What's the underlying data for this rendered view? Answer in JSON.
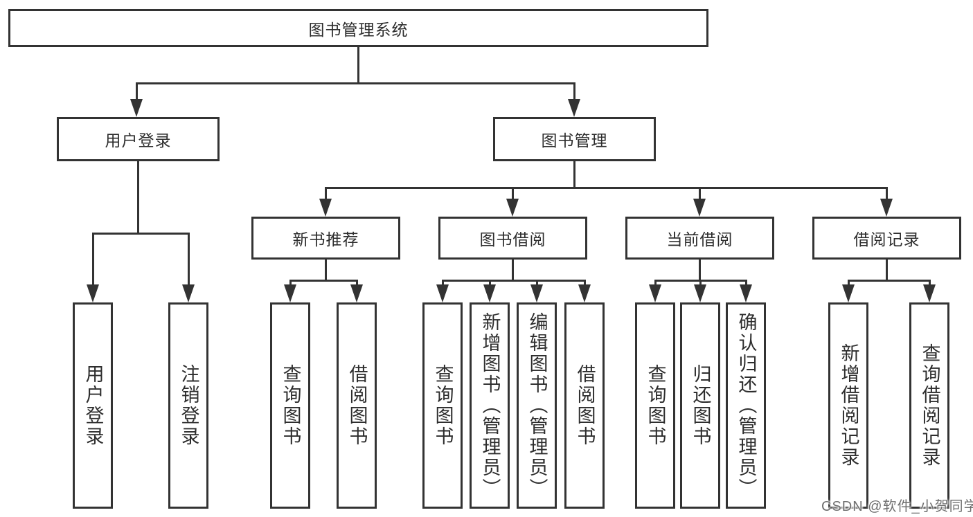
{
  "colors": {
    "line": "#333333",
    "text": "#2d2d2d",
    "watermark": "#6f6f6f",
    "background": "#ffffff"
  },
  "tree": {
    "label": "图书管理系统",
    "children": [
      {
        "label": "用户登录",
        "children": [
          {
            "label": "用户登录"
          },
          {
            "label": "注销登录"
          }
        ]
      },
      {
        "label": "图书管理",
        "children": [
          {
            "label": "新书推荐",
            "children": [
              {
                "label": "查询图书"
              },
              {
                "label": "借阅图书"
              }
            ]
          },
          {
            "label": "图书借阅",
            "children": [
              {
                "label": "查询图书"
              },
              {
                "label": "新增图书（管理员）"
              },
              {
                "label": "编辑图书（管理员）"
              },
              {
                "label": "借阅图书"
              }
            ]
          },
          {
            "label": "当前借阅",
            "children": [
              {
                "label": "查询图书"
              },
              {
                "label": "归还图书"
              },
              {
                "label": "确认归还（管理员）"
              }
            ]
          },
          {
            "label": "借阅记录",
            "children": [
              {
                "label": "新增借阅记录"
              },
              {
                "label": "查询借阅记录"
              }
            ]
          }
        ]
      }
    ]
  },
  "watermark": {
    "text": "CSDN @软件_小贺同学"
  }
}
